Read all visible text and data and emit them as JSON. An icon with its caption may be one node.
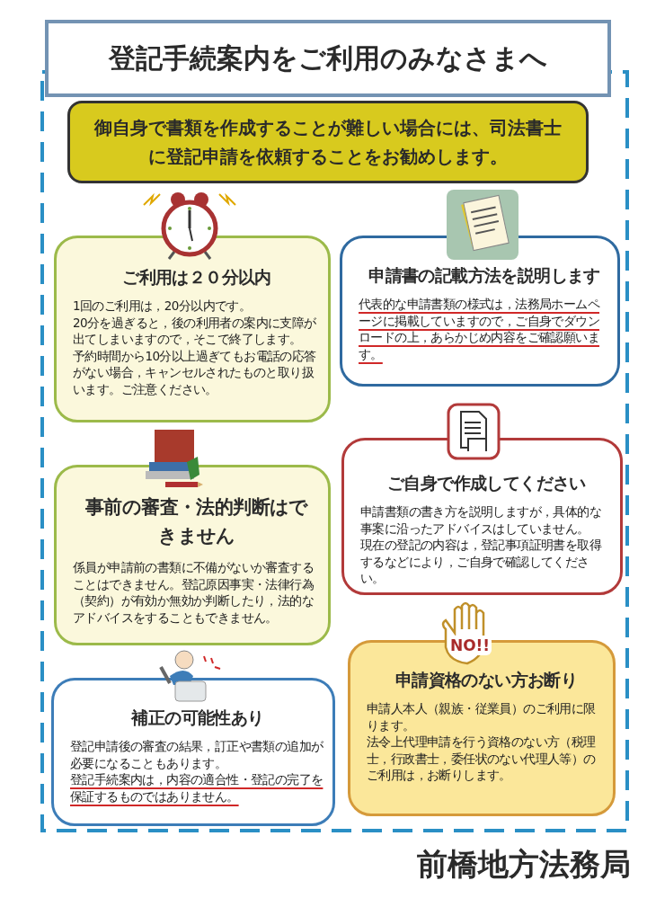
{
  "diagram": {
    "title": "登記手続案内をご利用のみなさまへ",
    "nodes": [
      {
        "text": [
          "御自身で書類を作成することが難しい場合には、司法書士に登記申請を依頼することをお勧めします。"
        ]
      },
      {
        "text": [
          "ご利用は２０分以内",
          "1回のご利用は，20分以内です。",
          "20分を過ぎると，後の利用者の案内に支障が出てしまいますので，そこで終了します。",
          "予約時間から10分以上過ぎてもお電話の応答がない場合，キャンセルされたものと取り扱います。ご注意ください。"
        ]
      },
      {
        "text": [
          "申請書の記載方法を説明します",
          "代表的な申請書類の様式は，法務局ホームページに掲載していますので，ご自身でダウンロードの上，あらかじめ内容をご確認願います。"
        ]
      },
      {
        "text": [
          "事前の審査・法的判断はできません",
          "係員が申請前の書類に不備がないか審査することはできません。登記原因事実・法律行為（契約）が有効か無効か判断したり，法的なアドバイスをすることもできません。"
        ]
      },
      {
        "text": [
          "ご自身で作成してください",
          "申請書類の書き方を説明しますが，具体的な事案に沿ったアドバイスはしていません。",
          "現在の登記の内容は，登記事項証明書を取得するなどにより，ご自身で確認してください。"
        ]
      },
      {
        "text": [
          "補正の可能性あり",
          "登記申請後の審査の結果，訂正や書類の追加が必要になることもあります。",
          "登記手続案内は，内容の適合性・登記の完了を保証するものではありません。"
        ]
      },
      {
        "text": [
          "申請資格のない方お断り",
          "申請人本人（親族・従業員）のご利用に限ります。",
          "法令上代理申請を行う資格のない方（税理士，行政書士，委任状のない代理人等）のご利用は，お断りします。"
        ]
      }
    ],
    "labels": [
      "NO!!",
      "前橋地方法務局"
    ]
  }
}
